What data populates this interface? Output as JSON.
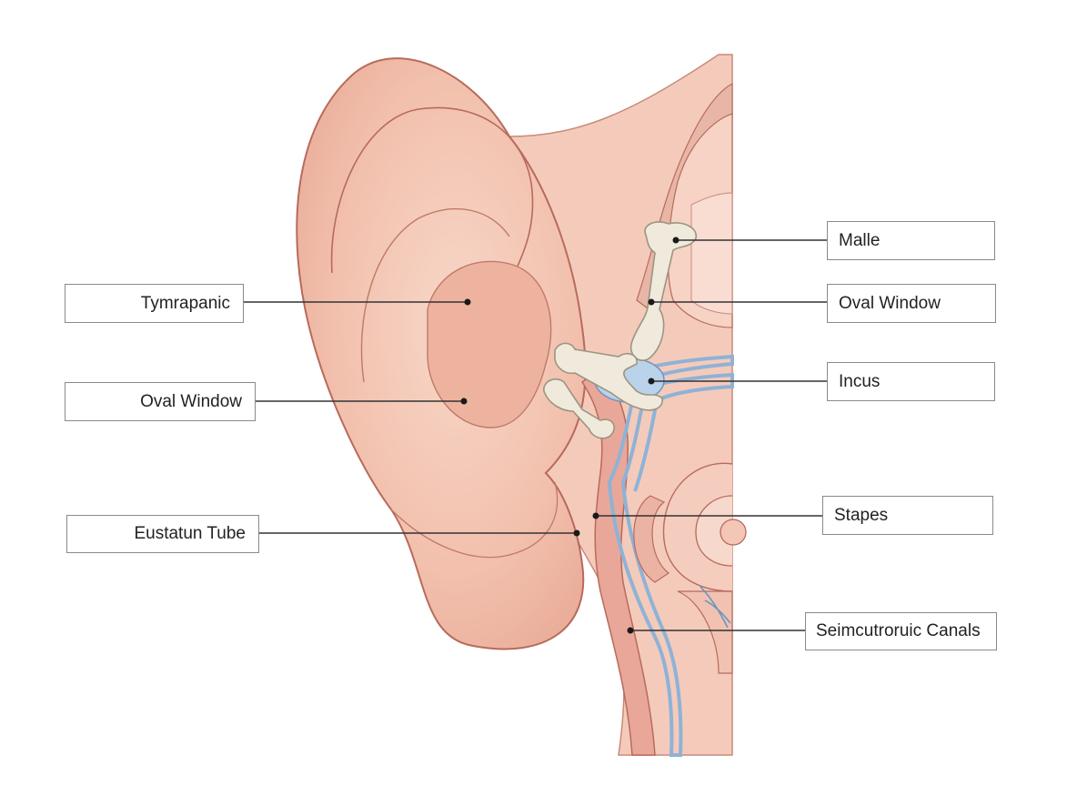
{
  "colors": {
    "skin": "#f3c3b0",
    "skin_outline": "#b86a5c",
    "bone": "#efeadb",
    "fluid": "#a9c6e2",
    "leader": "#333333"
  },
  "labels": {
    "tympanic": "Tymrapanic",
    "oval_window_left": "Oval Window",
    "eustachian": "Eustatun Tube",
    "malle": "Malle",
    "oval_window_right": "Oval Window",
    "incus": "Incus",
    "stapes": "Stapes",
    "canals": "Seimcutroruic Canals"
  }
}
